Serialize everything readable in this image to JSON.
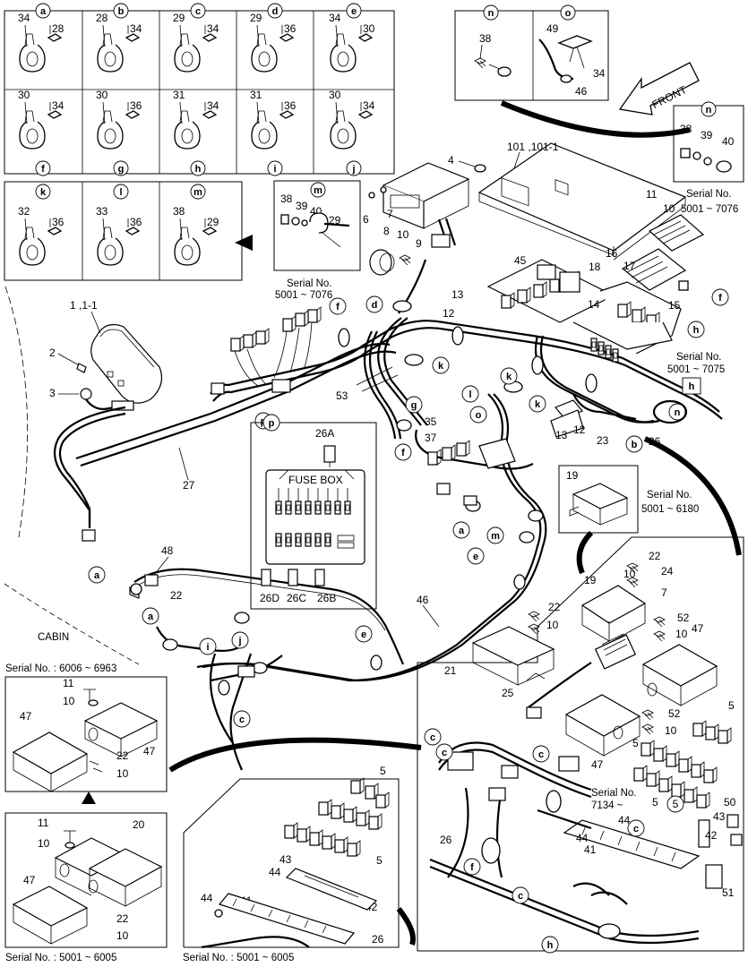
{
  "detail_boxes_top": [
    {
      "letter": "a",
      "parts": [
        "34",
        "28"
      ]
    },
    {
      "letter": "b",
      "parts": [
        "28",
        "34"
      ]
    },
    {
      "letter": "c",
      "parts": [
        "29",
        "34"
      ]
    },
    {
      "letter": "d",
      "parts": [
        "29",
        "36"
      ]
    },
    {
      "letter": "e",
      "parts": [
        "34",
        "30"
      ]
    },
    {
      "letter": "f",
      "parts": [
        "30",
        "34"
      ]
    },
    {
      "letter": "g",
      "parts": [
        "30",
        "36"
      ]
    },
    {
      "letter": "h",
      "parts": [
        "31",
        "34"
      ]
    },
    {
      "letter": "i",
      "parts": [
        "31",
        "36"
      ]
    },
    {
      "letter": "j",
      "parts": [
        "30",
        "34"
      ]
    },
    {
      "letter": "k",
      "parts": [
        "32",
        "36"
      ]
    },
    {
      "letter": "l",
      "parts": [
        "33",
        "36"
      ]
    },
    {
      "letter": "m",
      "parts": [
        "38",
        "29"
      ]
    }
  ],
  "box_m_serial": {
    "letter": "m",
    "parts": [
      "38",
      "39",
      "40",
      "29"
    ],
    "serial_label": "Serial No.",
    "serial_range": "5001 ~ 7076"
  },
  "box_no": {
    "n_letter": "n",
    "n_part": "38",
    "o_letter": "o",
    "o_parts": [
      "49",
      "34",
      "46"
    ]
  },
  "front_label": "FRONT",
  "box_n_serial": {
    "letter": "n",
    "parts": [
      "38",
      "39",
      "40"
    ],
    "serial_label": "Serial No.",
    "serial_range": "5001 ~ 7076"
  },
  "main_labels": {
    "p1": "1 ,1-1",
    "p2": "2",
    "p3": "3",
    "p4": "4",
    "p101": "101 ,101-1",
    "p6": "6",
    "p7": "7",
    "p8": "8",
    "p9": "9",
    "p10": "10",
    "p11": "11",
    "p10b": "10",
    "p13": "13",
    "p12": "12",
    "p45": "45",
    "p18": "18",
    "p16": "16",
    "p17": "17",
    "p14": "14",
    "p15": "15",
    "p53": "53",
    "p27": "27",
    "p35": "35",
    "p37": "37",
    "p13b": "13",
    "p12b": "12",
    "p23": "23",
    "p26": "26",
    "p48": "48",
    "p22": "22",
    "p46": "46",
    "serial_h_label": "Serial No.",
    "serial_h_range": "5001 ~ 7075",
    "cabin": "CABIN"
  },
  "main_letters": [
    "d",
    "f",
    "k",
    "g",
    "f",
    "k",
    "l",
    "k",
    "o",
    "a",
    "m",
    "e",
    "a",
    "a",
    "i",
    "j",
    "e",
    "c",
    "p",
    "h",
    "n",
    "b",
    "f",
    "h"
  ],
  "fuse_box": {
    "letter": "p",
    "title": "FUSE BOX",
    "part_top": "26A",
    "parts_bottom": [
      "26D",
      "26C",
      "26B"
    ]
  },
  "box_19": {
    "part": "19",
    "serial_label": "Serial No.",
    "serial_range": "5001 ~ 6180"
  },
  "right_panel": {
    "parts": [
      "22",
      "10",
      "24",
      "7",
      "19",
      "22",
      "10",
      "52",
      "10",
      "47",
      "21",
      "25",
      "52",
      "10",
      "47",
      "5",
      "5",
      "5",
      "50",
      "43",
      "44",
      "44",
      "41",
      "42",
      "51",
      "26"
    ],
    "letters": [
      "c",
      "c",
      "c",
      "c",
      "f",
      "c",
      "h"
    ],
    "serial_label": "Serial No.",
    "serial_range": "7134 ~"
  },
  "left_box_1": {
    "serial_label": "Serial No. : 6006 ~ 6963",
    "parts": [
      "11",
      "10",
      "47",
      "22",
      "10",
      "47"
    ]
  },
  "left_box_2": {
    "serial_label": "Serial No. : 5001 ~ 6005",
    "parts": [
      "11",
      "10",
      "20",
      "47",
      "22",
      "10"
    ]
  },
  "bottom_mid": {
    "serial_label": "Serial No. : 5001 ~ 6005",
    "parts": [
      "5",
      "43",
      "5",
      "44",
      "42",
      "44",
      "41",
      "26"
    ]
  }
}
